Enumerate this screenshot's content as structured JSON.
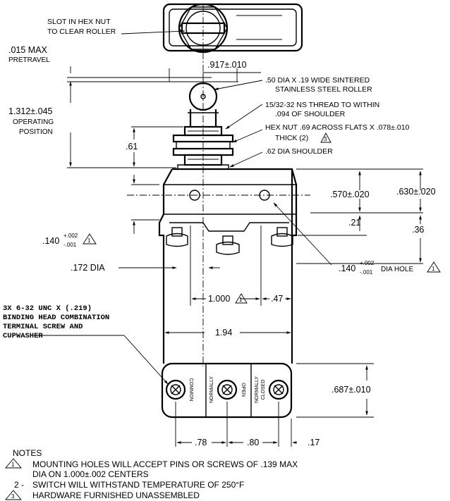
{
  "callouts": {
    "slot": [
      "SLOT IN HEX NUT",
      "TO CLEAR ROLLER"
    ],
    "pretravel": [
      ".015 MAX",
      "PRETRAVEL"
    ],
    "roller_width": ".917±.010",
    "roller": [
      ".50 DIA X .19 WIDE SINTERED",
      "STAINLESS STEEL ROLLER"
    ],
    "thread": [
      "15/32-32 NS THREAD TO WITHIN",
      ".094 OF SHOULDER"
    ],
    "operating": [
      "1.312±.045",
      "OPERATING",
      "POSITION"
    ],
    "hex_nut": [
      "HEX NUT .69 ACROSS FLATS X .078±.010",
      "THICK (2)"
    ],
    "hex_nut_note_ref": "3",
    "shoulder": ".62 DIA SHOULDER",
    "dim_61": ".61",
    "dim_570": ".570±.020",
    "dim_630": ".630±.020",
    "dim_21": ".21",
    "dim_36": ".36",
    "hole_left": {
      "value": ".140",
      "tol_plus": "+.002",
      "tol_minus": "-.001",
      "note_ref": "1"
    },
    "dia_172": ".172 DIA",
    "hole_right": {
      "value": ".140",
      "tol_plus": "+.002",
      "tol_minus": "-.001",
      "suffix": "DIA HOLE",
      "note_ref": "1"
    },
    "terminal": [
      "3X 6-32 UNC X (.219)",
      "BINDING HEAD COMBINATION",
      "TERMINAL SCREW AND",
      "CUPWASHER"
    ],
    "dim_1000": "1.000",
    "dim_1000_note_ref": "1",
    "dim_47": ".47",
    "dim_194": "1.94",
    "dim_687": ".687±.010",
    "dim_78": ".78",
    "dim_80": ".80",
    "dim_17": ".17"
  },
  "terminal_labels": {
    "common": "COMMON",
    "normally": "NORMALLY",
    "open": "OPEN",
    "closed": "CLOSED"
  },
  "notes": {
    "title": "NOTES",
    "items": [
      {
        "marker": "1",
        "triangle": true,
        "lines": [
          "MOUNTING HOLES WILL ACCEPT PINS OR SCREWS OF .139 MAX",
          "DIA ON 1.000±.002 CENTERS"
        ]
      },
      {
        "marker": "2 -",
        "triangle": false,
        "lines": [
          "SWITCH WILL WITHSTAND TEMPERATURE OF 250°F"
        ]
      },
      {
        "marker": "3",
        "triangle": true,
        "lines": [
          "HARDWARE FURNISHED UNASSEMBLED"
        ]
      }
    ]
  }
}
